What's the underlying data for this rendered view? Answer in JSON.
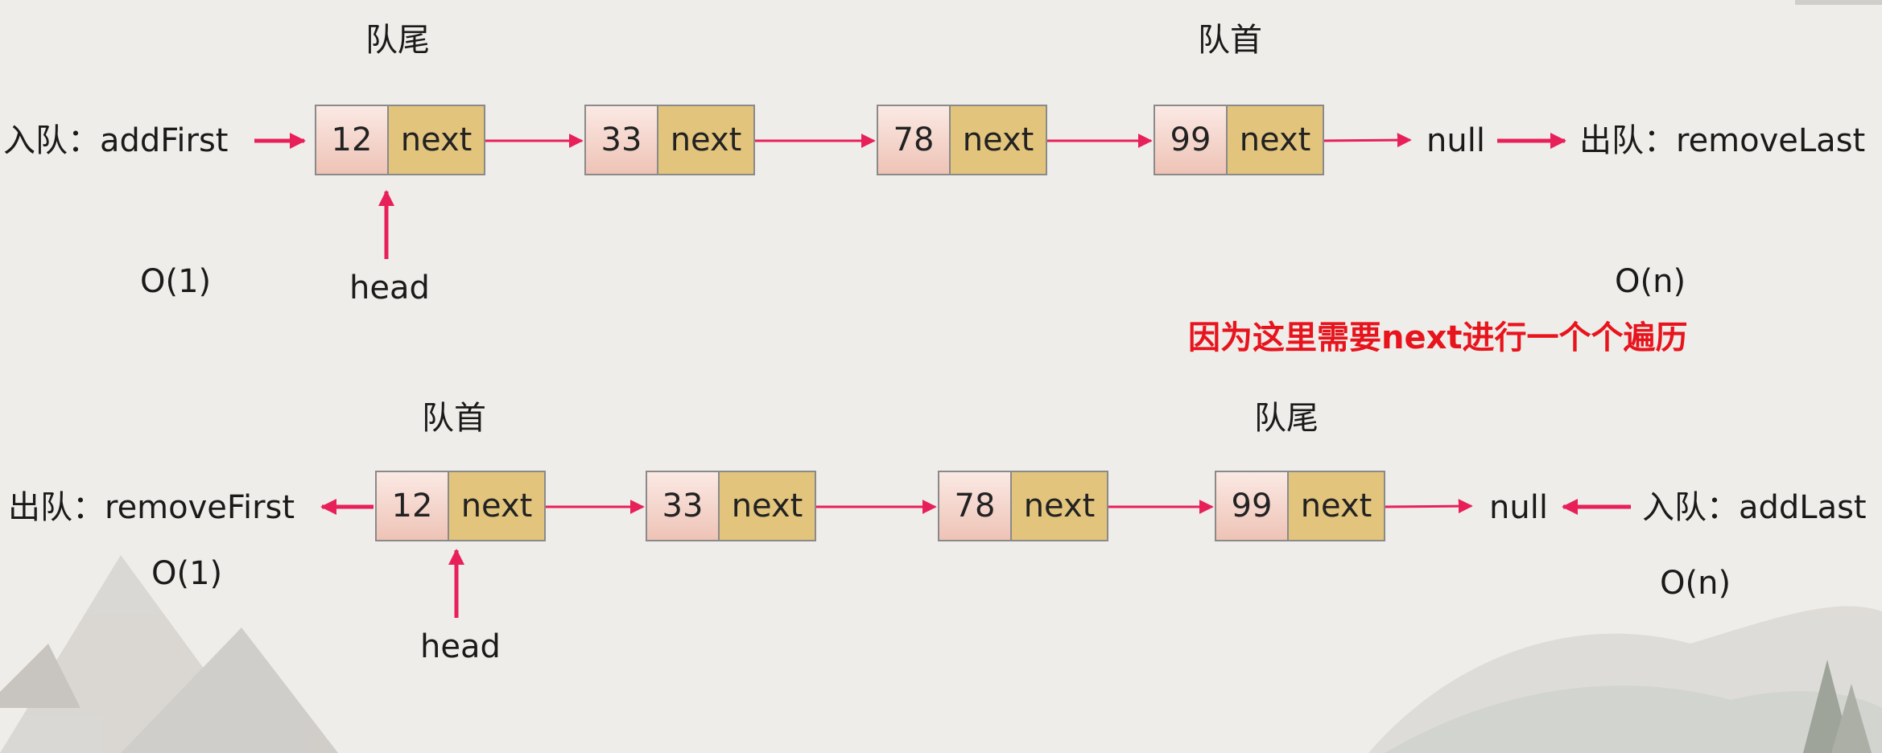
{
  "colors": {
    "arrow": "#e8205a",
    "note": "#e8141d",
    "value_fill": "#f3d2c7",
    "next_fill": "#e2c47c"
  },
  "row1": {
    "tail_label": "队尾",
    "head_label": "队首",
    "enqueue": "入队：addFirst",
    "dequeue": "出队：removeLast",
    "nodes": [
      {
        "value": "12",
        "next": "next"
      },
      {
        "value": "33",
        "next": "next"
      },
      {
        "value": "78",
        "next": "next"
      },
      {
        "value": "99",
        "next": "next"
      }
    ],
    "null_label": "null",
    "head_pointer": "head",
    "enqueue_complexity": "O(1)",
    "dequeue_complexity": "O(n)"
  },
  "note": "因为这里需要next进行一个个遍历",
  "row2": {
    "head_label": "队首",
    "tail_label": "队尾",
    "dequeue": "出队：removeFirst",
    "enqueue": "入队：addLast",
    "nodes": [
      {
        "value": "12",
        "next": "next"
      },
      {
        "value": "33",
        "next": "next"
      },
      {
        "value": "78",
        "next": "next"
      },
      {
        "value": "99",
        "next": "next"
      }
    ],
    "null_label": "null",
    "head_pointer": "head",
    "dequeue_complexity": "O(1)",
    "enqueue_complexity": "O(n)"
  }
}
